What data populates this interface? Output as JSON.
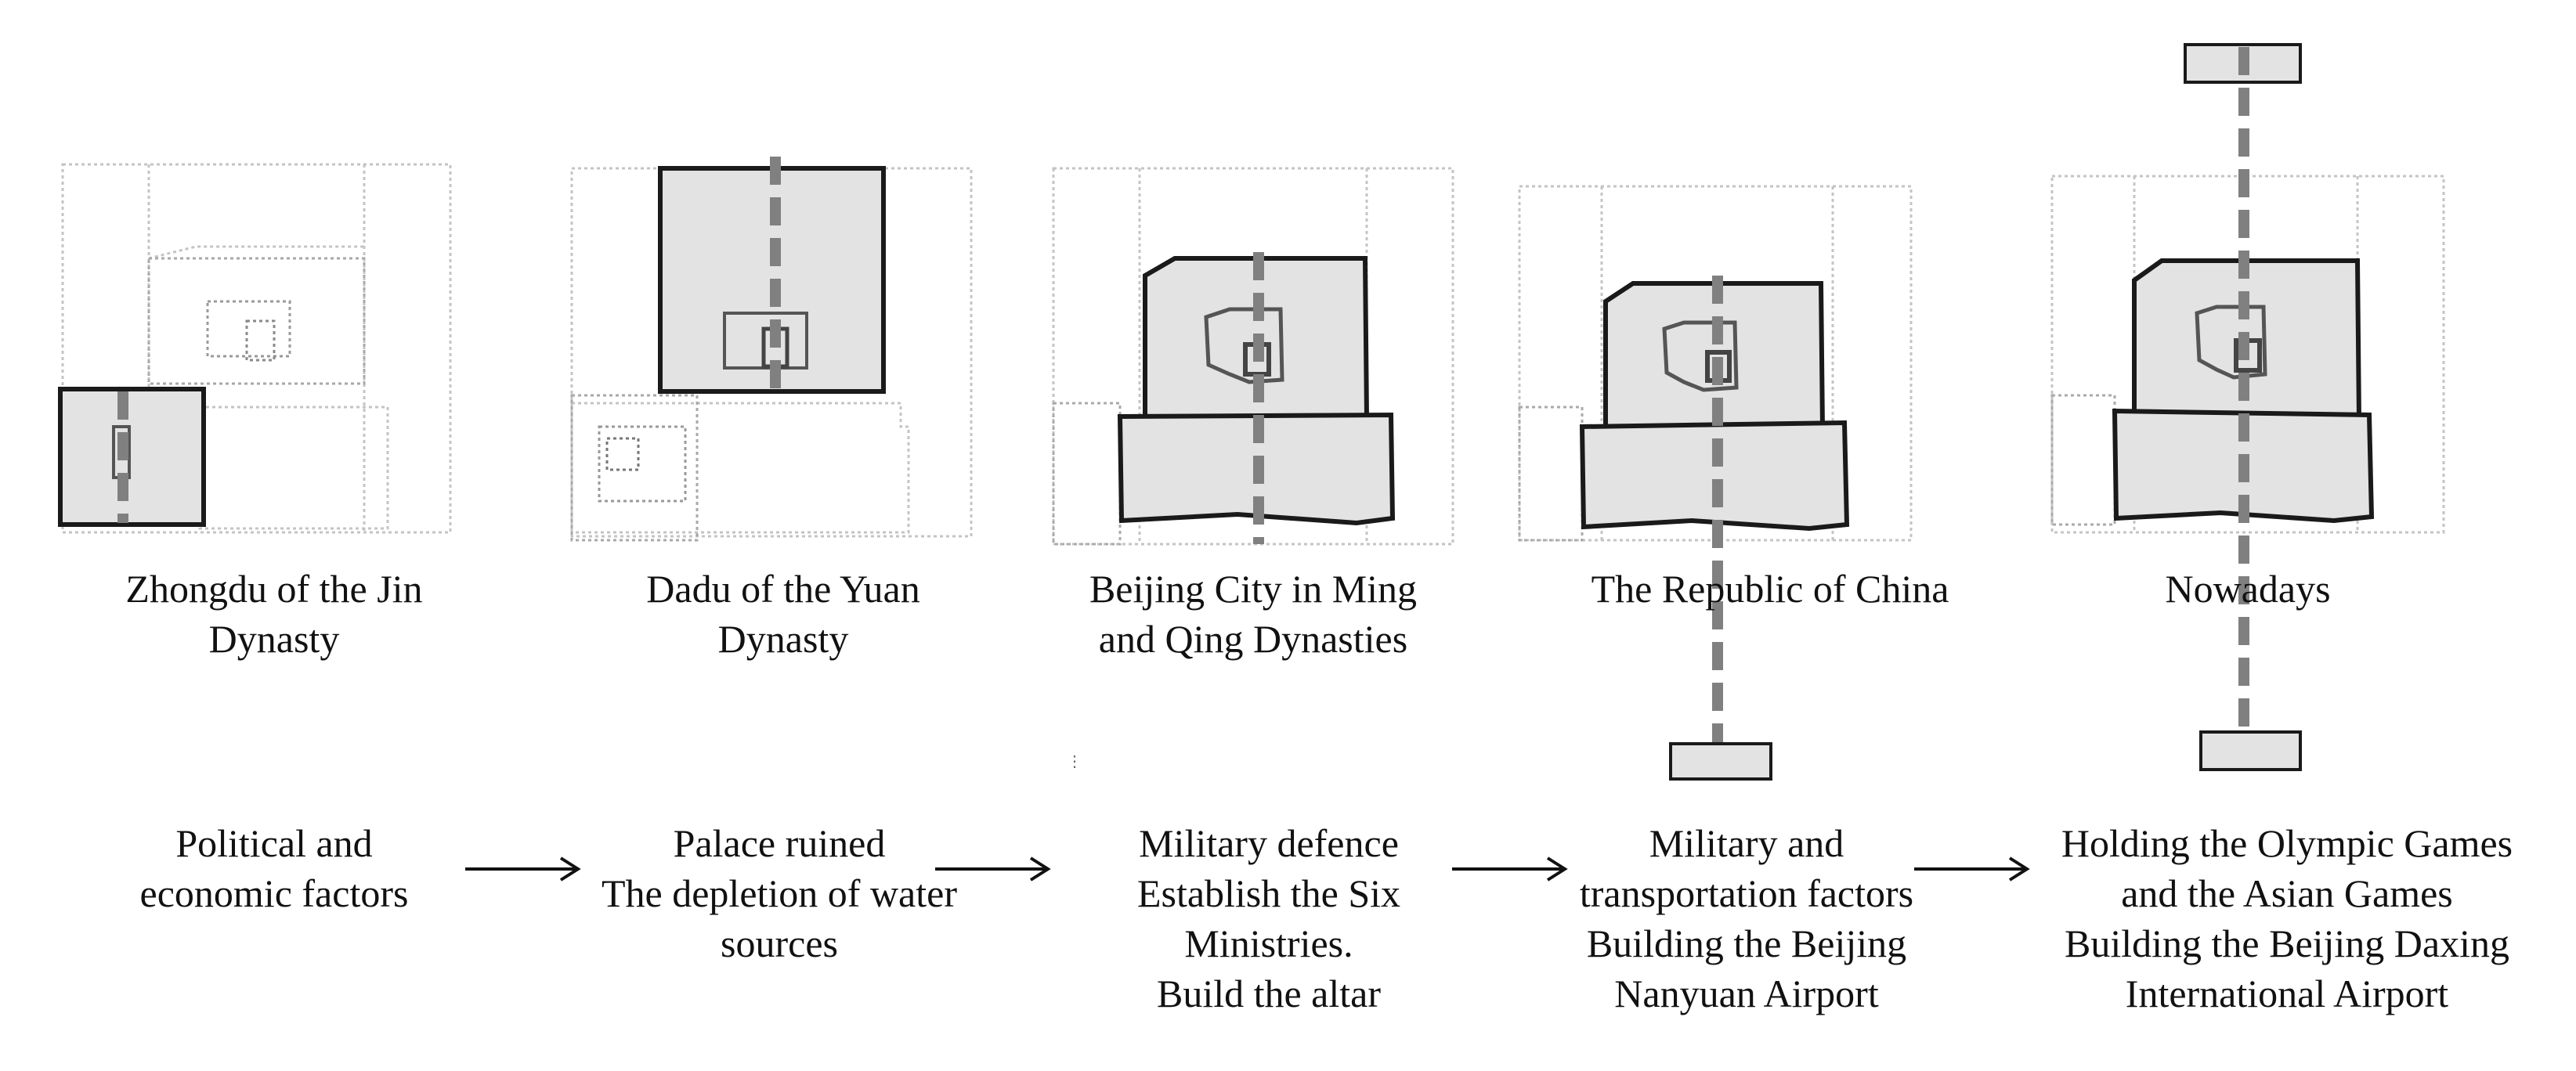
{
  "stages": [
    {
      "name": "Zhongdu of the Jin\nDynasty",
      "factors": "Political and\neconomic factors"
    },
    {
      "name": "Dadu of the Yuan\nDynasty",
      "factors": "Palace ruined\nThe depletion of water\nsources"
    },
    {
      "name": "Beijing City in Ming\nand Qing Dynasties",
      "factors": "Military defence\nEstablish the Six\nMinistries.\nBuild the altar"
    },
    {
      "name": "The Republic of China",
      "factors": "Military and\ntransportation factors\nBuilding the Beijing\nNanyuan Airport"
    },
    {
      "name": "Nowadays",
      "factors": "Holding the Olympic Games\nand the Asian Games\nBuilding the Beijing Daxing\nInternational Airport"
    }
  ],
  "colors": {
    "fill": "#e3e3e3",
    "outline": "#1a1a1a",
    "axis": "#808080",
    "faint": "#bdbdbd"
  }
}
